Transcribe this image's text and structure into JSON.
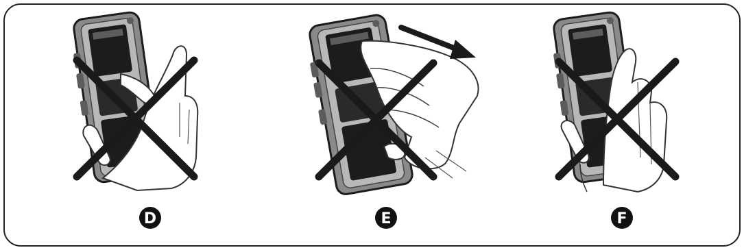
{
  "colors": {
    "frame": "#222222",
    "device_body": "#8a8a8a",
    "device_dark": "#1c1c1c",
    "device_mid": "#5c5c5c",
    "hand_fill": "#ffffff",
    "hand_line": "#333333",
    "cross": "#1a1a1a",
    "badge": "#111111"
  },
  "panels": [
    {
      "label": "D",
      "crossed": true,
      "motion_arrow": false,
      "hand": "palm-cover"
    },
    {
      "label": "E",
      "crossed": true,
      "motion_arrow": true,
      "hand": "swipe"
    },
    {
      "label": "F",
      "crossed": true,
      "motion_arrow": false,
      "hand": "side-grip"
    }
  ]
}
